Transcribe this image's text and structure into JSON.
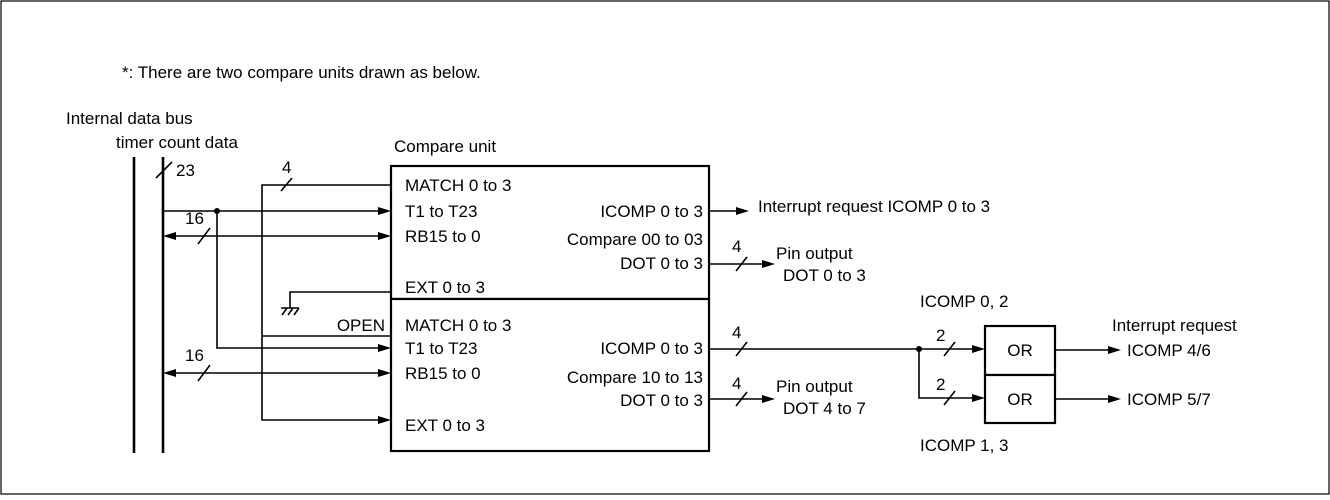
{
  "note": "*: There are two compare units drawn as below.",
  "bus": {
    "internal_label": "Internal data bus",
    "timer_label": "timer count data",
    "width_23": "23",
    "width_4": "4",
    "width_16_top": "16",
    "width_16_bottom": "16"
  },
  "compare_unit_label": "Compare unit",
  "unit_top": {
    "match": "MATCH 0 to 3",
    "t1": "T1 to T23",
    "rb": "RB15 to 0",
    "ext": "EXT 0 to 3",
    "icomp": "ICOMP 0 to 3",
    "compare": "Compare 00 to 03",
    "dot": "DOT 0 to 3"
  },
  "unit_bottom": {
    "open": "OPEN",
    "match": "MATCH 0 to 3",
    "t1": "T1 to T23",
    "rb": "RB15 to 0",
    "ext": "EXT 0 to 3",
    "icomp": "ICOMP 0 to 3",
    "compare": "Compare 10 to 13",
    "dot": "DOT 0 to 3"
  },
  "outputs": {
    "interrupt_top": "Interrupt request ICOMP 0 to 3",
    "pin_top_num": "4",
    "pin_top_1": "Pin output",
    "pin_top_2": "DOT 0 to 3",
    "icomp_bottom_num": "4",
    "pin_bottom_num": "4",
    "pin_bottom_1": "Pin output",
    "pin_bottom_2": "DOT 4 to 7"
  },
  "or_section": {
    "icomp_02": "ICOMP 0, 2",
    "icomp_13": "ICOMP 1, 3",
    "width_a": "2",
    "width_b": "2",
    "gate_a": "OR",
    "gate_b": "OR",
    "interrupt_label": "Interrupt request",
    "out_a": "ICOMP 4/6",
    "out_b": "ICOMP 5/7"
  }
}
